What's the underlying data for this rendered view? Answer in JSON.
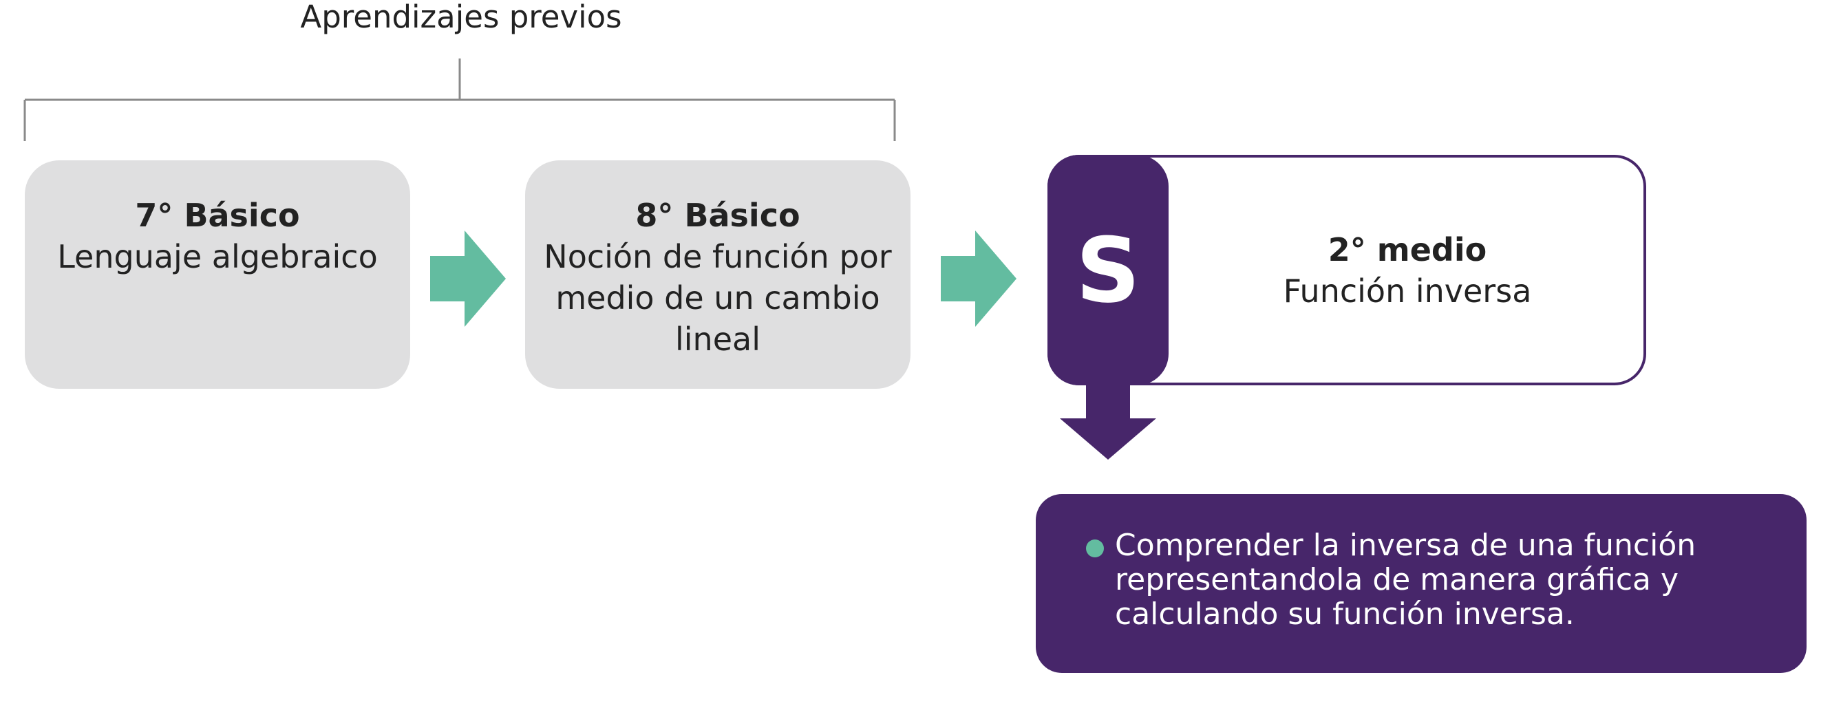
{
  "header": {
    "title": "Aprendizajes previos"
  },
  "prior": [
    {
      "level": "7° Básico",
      "topic": "Lenguaje algebraico"
    },
    {
      "level": "8° Básico",
      "topic": "Noción de función por medio de un cambio lineal"
    }
  ],
  "current": {
    "badge": "S",
    "level": "2° medio",
    "topic": "Función inversa"
  },
  "objectives": [
    "Comprender la inversa de una función representandola de manera gráfica y calculando su función inversa."
  ],
  "colors": {
    "purple": "#47266a",
    "green": "#63bca0",
    "gray_box": "#dfdfe0",
    "line": "#8a8a8a"
  }
}
